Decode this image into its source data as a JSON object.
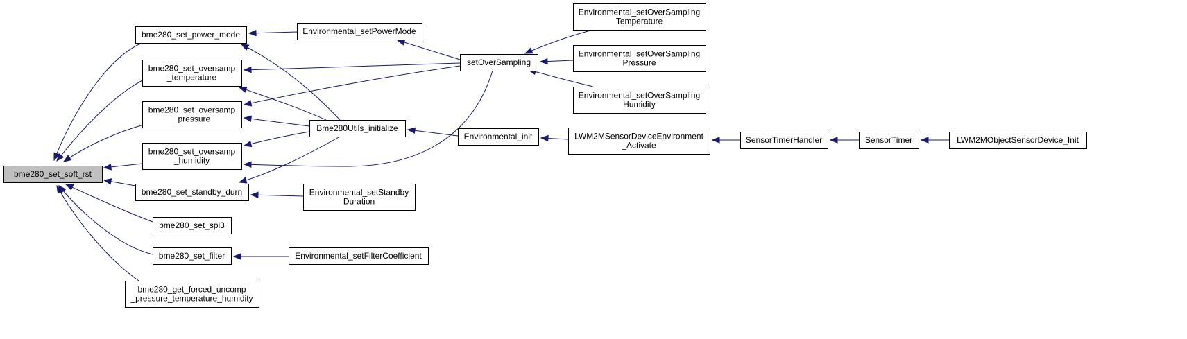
{
  "graph": {
    "colors": {
      "node_fill": "#ffffff",
      "root_fill": "#bfbfbf",
      "border": "#000000",
      "edge": "#191970"
    },
    "nodes": [
      {
        "id": "root",
        "lines": [
          "bme280_set_soft_rst"
        ],
        "root": true
      },
      {
        "id": "power_mode",
        "lines": [
          "bme280_set_power_mode"
        ]
      },
      {
        "id": "os_temp",
        "lines": [
          "bme280_set_oversamp",
          "_temperature"
        ]
      },
      {
        "id": "os_press",
        "lines": [
          "bme280_set_oversamp",
          "_pressure"
        ]
      },
      {
        "id": "os_hum",
        "lines": [
          "bme280_set_oversamp",
          "_humidity"
        ]
      },
      {
        "id": "standby",
        "lines": [
          "bme280_set_standby_durn"
        ]
      },
      {
        "id": "spi3",
        "lines": [
          "bme280_set_spi3"
        ]
      },
      {
        "id": "filter",
        "lines": [
          "bme280_set_filter"
        ]
      },
      {
        "id": "forced",
        "lines": [
          "bme280_get_forced_uncomp",
          "_pressure_temperature_humidity"
        ]
      },
      {
        "id": "env_power",
        "lines": [
          "Environmental_setPowerMode"
        ]
      },
      {
        "id": "utils_init",
        "lines": [
          "Bme280Utils_initialize"
        ]
      },
      {
        "id": "env_standby",
        "lines": [
          "Environmental_setStandby",
          "Duration"
        ]
      },
      {
        "id": "env_filter",
        "lines": [
          "Environmental_setFilterCoefficient"
        ]
      },
      {
        "id": "set_os",
        "lines": [
          "setOverSampling"
        ]
      },
      {
        "id": "env_init",
        "lines": [
          "Environmental_init"
        ]
      },
      {
        "id": "env_os_temp",
        "lines": [
          "Environmental_setOverSampling",
          "Temperature"
        ]
      },
      {
        "id": "env_os_press",
        "lines": [
          "Environmental_setOverSampling",
          "Pressure"
        ]
      },
      {
        "id": "env_os_hum",
        "lines": [
          "Environmental_setOverSampling",
          "Humidity"
        ]
      },
      {
        "id": "lwm2m_activate",
        "lines": [
          "LWM2MSensorDeviceEnvironment",
          "_Activate"
        ]
      },
      {
        "id": "timer_handler",
        "lines": [
          "SensorTimerHandler"
        ]
      },
      {
        "id": "sensor_timer",
        "lines": [
          "SensorTimer"
        ]
      },
      {
        "id": "obj_init",
        "lines": [
          "LWM2MObjectSensorDevice_Init"
        ]
      }
    ],
    "edges": [
      {
        "from": "power_mode",
        "to": "root"
      },
      {
        "from": "os_temp",
        "to": "root"
      },
      {
        "from": "os_press",
        "to": "root"
      },
      {
        "from": "os_hum",
        "to": "root"
      },
      {
        "from": "standby",
        "to": "root"
      },
      {
        "from": "spi3",
        "to": "root"
      },
      {
        "from": "filter",
        "to": "root"
      },
      {
        "from": "forced",
        "to": "root"
      },
      {
        "from": "env_power",
        "to": "power_mode"
      },
      {
        "from": "utils_init",
        "to": "power_mode"
      },
      {
        "from": "set_os",
        "to": "os_temp"
      },
      {
        "from": "utils_init",
        "to": "os_temp"
      },
      {
        "from": "set_os",
        "to": "os_press"
      },
      {
        "from": "utils_init",
        "to": "os_press"
      },
      {
        "from": "utils_init",
        "to": "os_hum"
      },
      {
        "from": "set_os",
        "to": "os_hum"
      },
      {
        "from": "utils_init",
        "to": "standby"
      },
      {
        "from": "env_standby",
        "to": "standby"
      },
      {
        "from": "env_filter",
        "to": "filter"
      },
      {
        "from": "set_os",
        "to": "env_power"
      },
      {
        "from": "env_init",
        "to": "utils_init"
      },
      {
        "from": "env_os_temp",
        "to": "set_os"
      },
      {
        "from": "env_os_press",
        "to": "set_os"
      },
      {
        "from": "env_os_hum",
        "to": "set_os"
      },
      {
        "from": "lwm2m_activate",
        "to": "env_init"
      },
      {
        "from": "timer_handler",
        "to": "lwm2m_activate"
      },
      {
        "from": "sensor_timer",
        "to": "timer_handler"
      },
      {
        "from": "obj_init",
        "to": "sensor_timer"
      }
    ]
  }
}
